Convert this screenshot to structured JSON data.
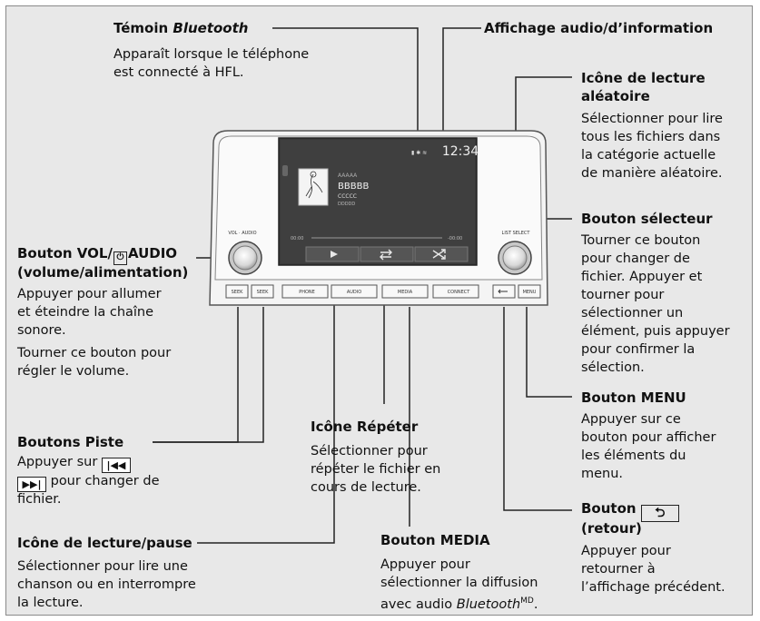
{
  "bluetooth_indicator": {
    "title_prefix": "Témoin ",
    "title_italic": "Bluetooth",
    "desc": [
      "Apparaît lorsque le téléphone",
      "est connecté à HFL."
    ]
  },
  "audio_display": {
    "title": "Affichage audio/d’information"
  },
  "shuffle_icon": {
    "title": [
      "Icône de lecture",
      "aléatoire"
    ],
    "desc": [
      "Sélectionner pour lire",
      "tous les fichiers dans",
      "la catégorie actuelle",
      "de manière aléatoire."
    ]
  },
  "selector_knob": {
    "title": "Bouton sélecteur",
    "desc": [
      "Tourner ce bouton",
      "pour changer de",
      "fichier. Appuyer et",
      "tourner pour",
      "sélectionner un",
      "élément, puis appuyer",
      "pour confirmer la",
      "sélection."
    ]
  },
  "vol_knob": {
    "title": [
      "Bouton VOL/",
      "AUDIO",
      "(volume/alimentation)"
    ],
    "desc": [
      "Appuyer pour allumer",
      "et éteindre la chaîne",
      "sonore.",
      "Tourner ce bouton pour",
      "régler le volume."
    ]
  },
  "menu_button": {
    "title": "Bouton MENU",
    "desc": [
      "Appuyer sur ce",
      "bouton pour afficher",
      "les éléments du",
      "menu."
    ]
  },
  "track_buttons": {
    "title": "Boutons Piste",
    "desc1": "Appuyer sur",
    "desc2": "pour changer de",
    "desc3": "fichier."
  },
  "repeat_icon": {
    "title": "Icône Répéter",
    "desc": [
      "Sélectionner pour",
      "répéter le fichier en",
      "cours de lecture."
    ]
  },
  "back_button": {
    "title": "Bouton",
    "title2": "(retour)",
    "desc": [
      "Appuyer pour",
      "retourner à",
      "l’affichage précédent."
    ]
  },
  "play_pause_icon": {
    "title": "Icône de lecture/pause",
    "desc": [
      "Sélectionner pour lire une",
      "chanson ou en interrompre",
      "la lecture."
    ]
  },
  "media_button": {
    "title": "Bouton MEDIA",
    "desc": [
      "Appuyer pour",
      "sélectionner la diffusion"
    ],
    "desc_last_prefix": "avec audio ",
    "desc_last_italic": "Bluetooth",
    "desc_last_sup": "MD",
    "desc_last_end": "."
  },
  "screen": {
    "clock": "12:34",
    "artist": "AAAAA",
    "track": "BBBBB",
    "album": "CCCCC",
    "extra": "DDDDD",
    "time_left": "00:00",
    "time_right": "-00:00"
  },
  "unit_labels": {
    "vol": "VOL · AUDIO",
    "list": "LIST SELECT",
    "phone": "PHONE",
    "audio": "AUDIO",
    "media": "MEDIA",
    "connect": "CONNECT",
    "menu": "MENU",
    "seek_down": "SEEK",
    "seek_up": "SEEK"
  }
}
